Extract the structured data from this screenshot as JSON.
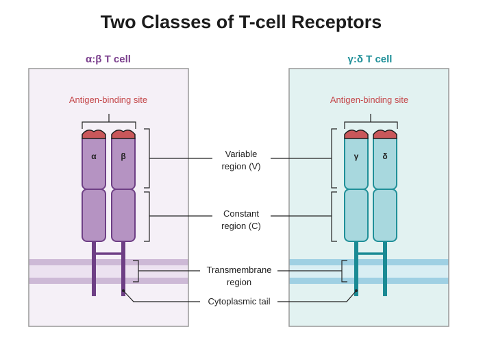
{
  "title": "Two Classes of T-cell Receptors",
  "left_panel": {
    "label": "α:β T cell",
    "color": "#7b3f8d",
    "chains": [
      "α",
      "β"
    ],
    "antigen_site": "Antigen-binding site",
    "chain_fill": "#b593c2",
    "chain_stroke": "#6e3f85",
    "stem_color": "#6e3f85",
    "bg": "#f5f0f7",
    "membrane_outer": "#cdb9d6",
    "membrane_inner": "#ece2f0"
  },
  "right_panel": {
    "label": "γ:δ T cell",
    "color": "#1e8f98",
    "chains": [
      "γ",
      "δ"
    ],
    "antigen_site": "Antigen-binding site",
    "chain_fill": "#a8d8de",
    "chain_stroke": "#1f8f98",
    "stem_color": "#1a8a94",
    "bg": "#e2f2f1",
    "membrane_outer": "#9fd0e3",
    "membrane_inner": "#d9eef3"
  },
  "center_labels": {
    "variable": [
      "Variable",
      "region (V)"
    ],
    "constant": [
      "Constant",
      "region (C)"
    ],
    "transmembrane": [
      "Transmembrane",
      "region"
    ],
    "cytoplasmic": "Cytoplasmic tail"
  },
  "site_color": "#c9575a"
}
